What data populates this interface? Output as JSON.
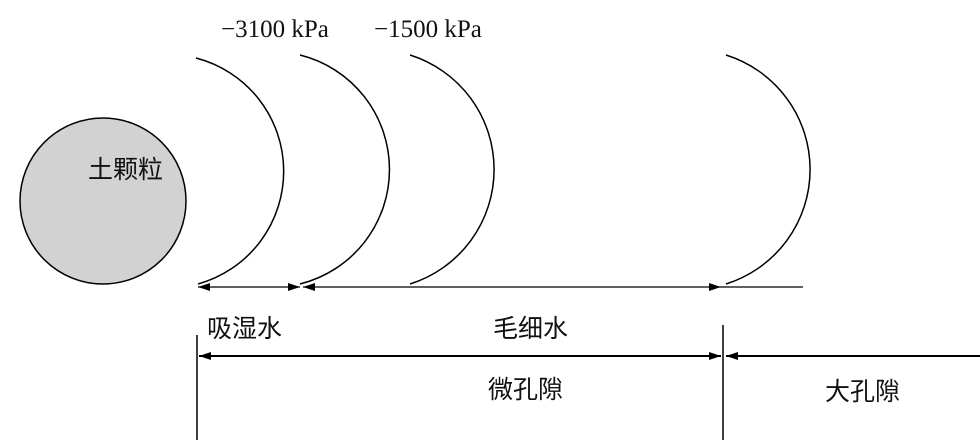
{
  "particle_label": "土颗粒",
  "pressure_labels": [
    "−3100 kPa",
    "−1500 kPa"
  ],
  "water_labels": {
    "hygroscopic": "吸湿水",
    "capillary": "毛细水"
  },
  "pore_labels": {
    "micro": "微孔隙",
    "macro": "大孔隙"
  },
  "colors": {
    "particle_fill": "#d2d2d2",
    "line": "#000000"
  }
}
